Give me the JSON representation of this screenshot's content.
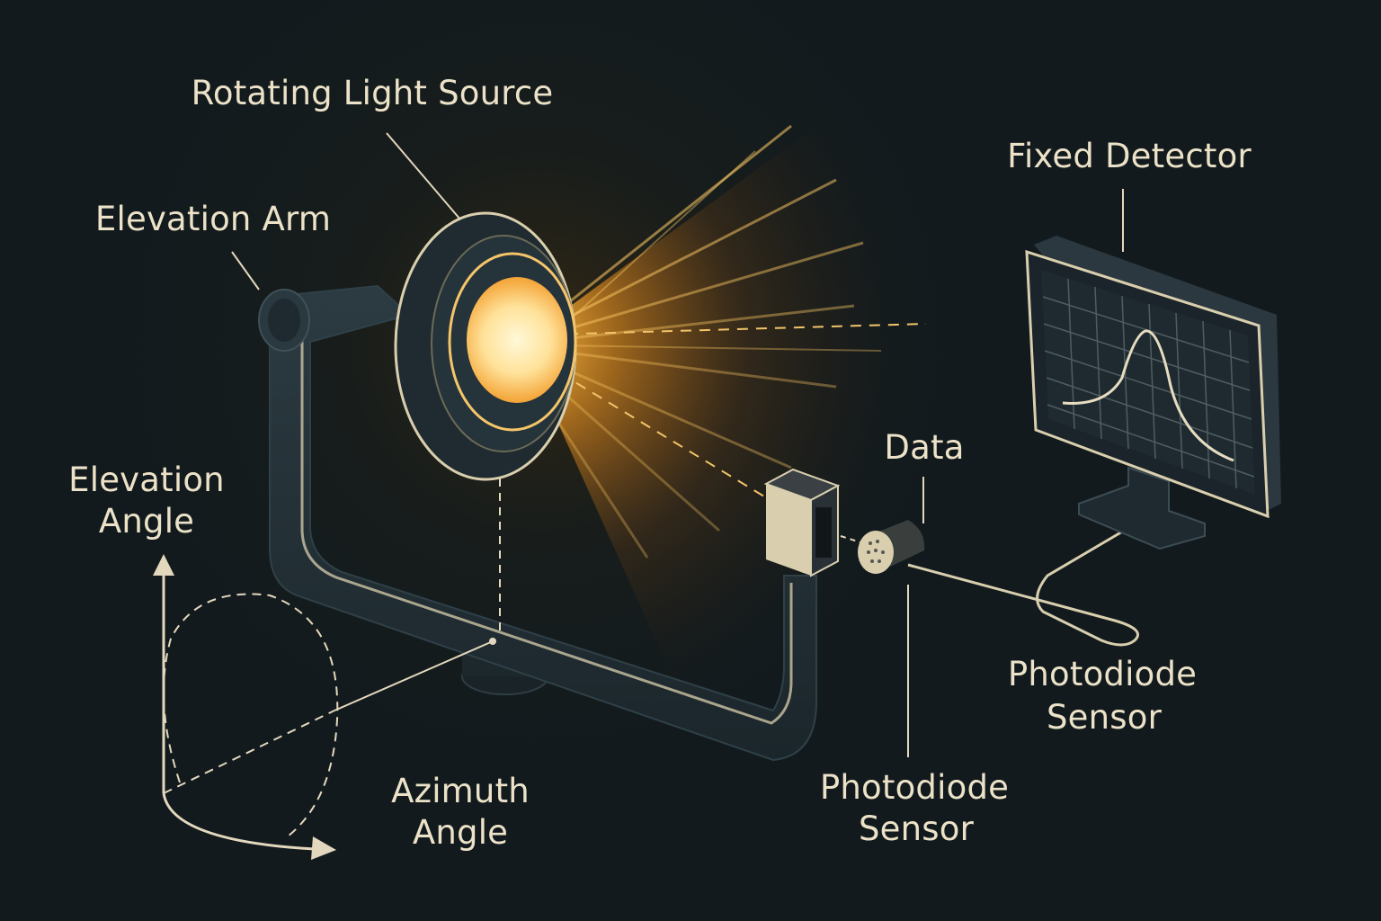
{
  "colors": {
    "background": "#121a1e",
    "label_text": "#ece2c8",
    "glow": "#ffb43a",
    "bulb_core": "#fff4c8",
    "metal_dark": "#24323a",
    "metal_edge": "#d9cfae",
    "screen_bg": "#1e2a30",
    "screen_curve": "#e6dcc0"
  },
  "labels": {
    "rotating_light_source": "Rotating Light Source",
    "elevation_arm": "Elevation Arm",
    "fixed_detector": "Fixed Detector",
    "elevation_angle": [
      "Elevation",
      "Angle"
    ],
    "data": "Data",
    "azimuth_angle": [
      "Azimuth",
      "Angle"
    ],
    "photodiode_sensor_right": [
      "Photodiode",
      "Sensor"
    ],
    "photodiode_sensor_bottom": [
      "Photodiode",
      "Sensor"
    ]
  },
  "icons": {
    "light_source": "light-source-icon",
    "monitor": "monitor-icon",
    "sensor": "photodiode-sensor-icon",
    "housing": "sensor-housing-icon"
  }
}
